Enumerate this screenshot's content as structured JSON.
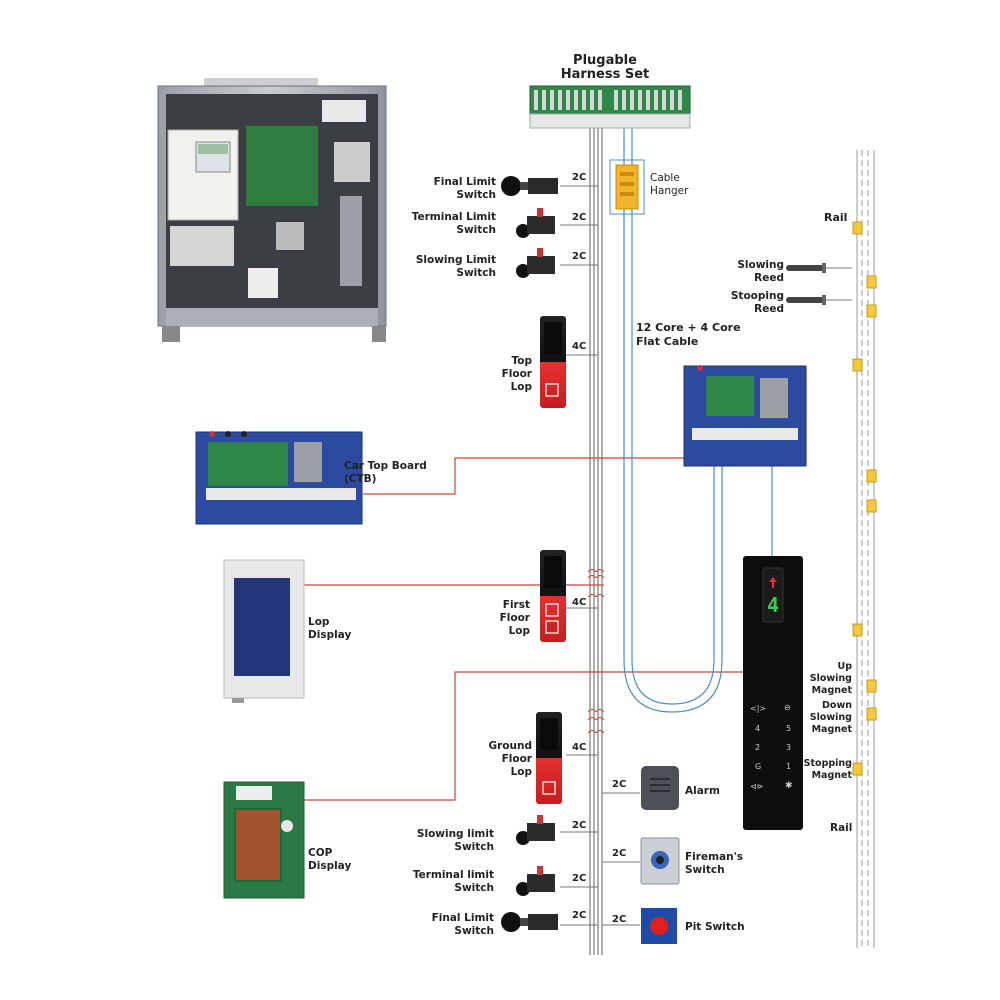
{
  "title": "Plugable\nHarness Set",
  "labels": {
    "cable_hanger": "Cable\nHanger",
    "flat_cable": "12 Core + 4 Core\nFlat Cable",
    "final_limit_top": "Final Limit\nSwitch",
    "terminal_limit_top": "Terminal Limit\nSwitch",
    "slowing_limit_top": "Slowing Limit\nSwitch",
    "top_floor_lop": "Top\nFloor\nLop",
    "car_top_board": "Car Top Board\n(CTB)",
    "lop_display": "Lop\nDisplay",
    "first_floor_lop": "First\nFloor\nLop",
    "ground_floor_lop": "Ground\nFloor\nLop",
    "cop_display": "COP\nDisplay",
    "slowing_limit_bottom": "Slowing limit\nSwitch",
    "terminal_limit_bottom": "Terminal limit\nSwitch",
    "final_limit_bottom": "Final Limit\nSwitch",
    "alarm": "Alarm",
    "firemans_switch": "Fireman's\nSwitch",
    "pit_switch": "Pit Switch",
    "rail_top": "Rail",
    "rail_bottom": "Rail",
    "slowing_reed": "Slowing\nReed",
    "stooping_reed": "Stooping\nReed",
    "up_slowing_magnet": "Up\nSlowing\nMagnet",
    "down_slowing_magnet": "Down\nSlowing\nMagnet",
    "stopping_magnet": "Stopping\nMagnet"
  },
  "wire_tags": {
    "final_top": "2C",
    "terminal_top": "2C",
    "slowing_top": "2C",
    "top_lop": "4C",
    "first_lop": "4C",
    "ground_lop": "4C",
    "alarm": "2C",
    "fireman": "2C",
    "slowing_bottom": "2C",
    "terminal_bottom": "2C",
    "final_bottom": "2C",
    "pit": "2C"
  },
  "cop_panel": {
    "floor_digit": "4",
    "keys": [
      "4",
      "5",
      "2",
      "3",
      "G",
      "1"
    ],
    "symbols": [
      "<|>",
      "⊖",
      "⊲⊳",
      "✱"
    ]
  },
  "colors": {
    "wire_red": "#c8483a",
    "wire_blue": "#4a8fc7",
    "riser_gray": "#777777",
    "lop_red": "#e53030",
    "board_blue": "#2c4aa0",
    "magnet_yellow": "#f6c93a"
  }
}
